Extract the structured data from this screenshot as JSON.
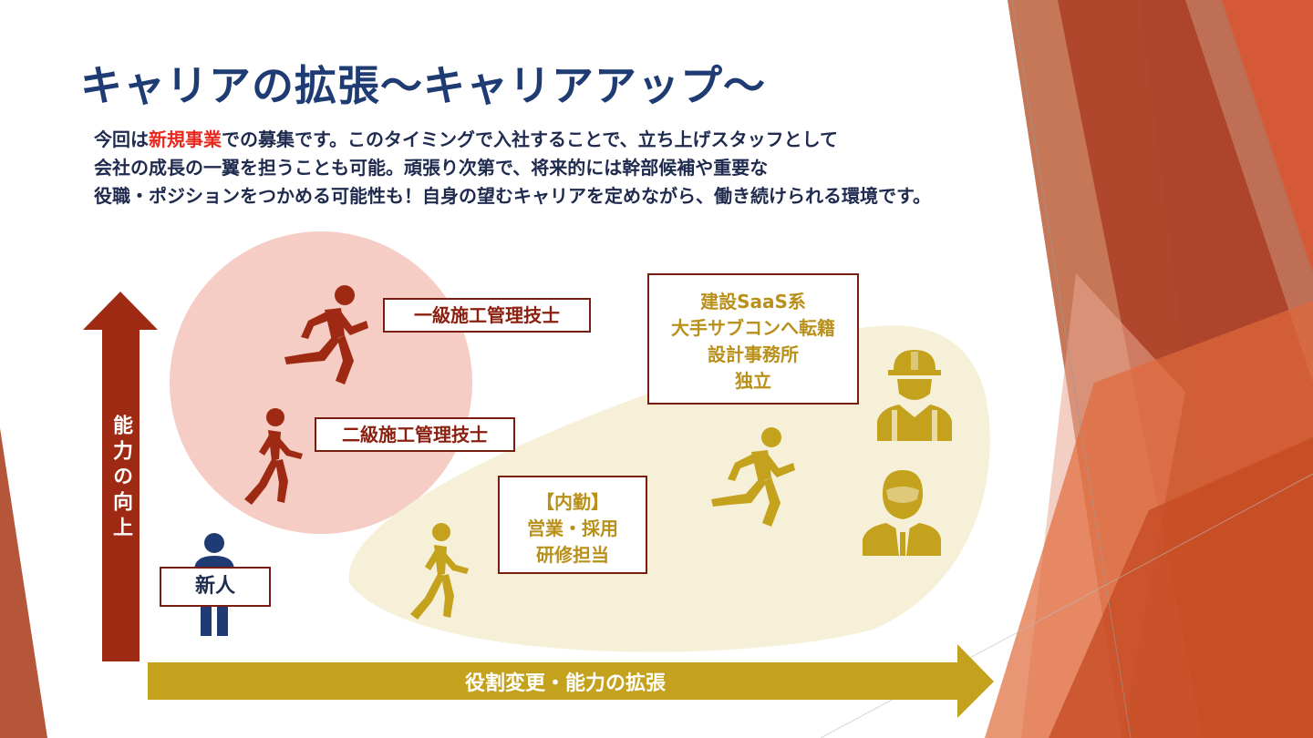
{
  "title": "キャリアの拡張～キャリアアップ～",
  "intro": {
    "line1_before": "今回は",
    "line1_highlight": "新規事業",
    "line1_after": "での募集です。このタイミングで入社することで、立ち上げスタッフとして",
    "line2": "会社の成長の一翼を担うことも可能。頑張り次第で、将来的には幹部候補や重要な",
    "line3": "役職・ポジションをつかめる可能性も！自身の望むキャリアを定めながら、働き続けられる環境です。"
  },
  "axes": {
    "vertical": "能力の向上",
    "horizontal": "役割変更・能力の拡張"
  },
  "labels": {
    "newcomer": "新人",
    "grade2": "二級施工管理技士",
    "grade1": "一級施工管理技士",
    "internal_line1": "【内勤】",
    "internal_line2": "営業・採用",
    "internal_line3": "研修担当",
    "career_line1": "建設SaaS系",
    "career_line2": "大手サブコンへ転籍",
    "career_line3": "設計事務所",
    "career_line4": "独立"
  },
  "icons": [
    "runner-icon",
    "walker-icon",
    "person-icon",
    "worker-helmet-icon",
    "businessman-icon"
  ],
  "colors": {
    "title": "#1f3b73",
    "highlight": "#e8281e",
    "dark_red": "#9e2a14",
    "gold": "#c4a21e",
    "pink_circle": "#f5cdc4",
    "cream_blob": "#f7f0d8",
    "navy": "#1f3b73"
  }
}
